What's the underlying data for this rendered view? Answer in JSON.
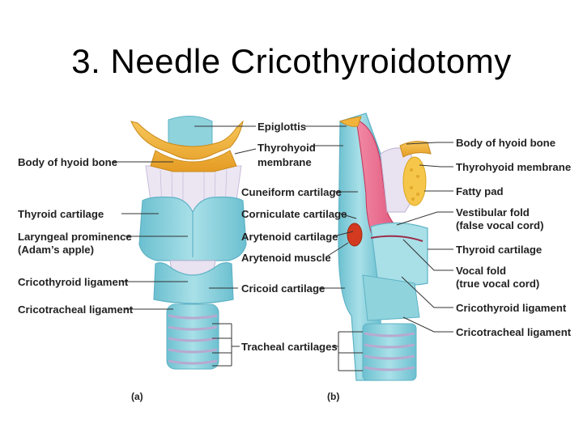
{
  "title": "3. Needle Cricothyroidotomy",
  "colors": {
    "cartilage": "#8fd3dd",
    "cartilage_dark": "#5fb3c6",
    "hyoid": "#f2b33d",
    "membrane": "#e9e2f1",
    "mucosa": "#e8547a",
    "muscle": "#d33a1f",
    "fat": "#f5c64a"
  },
  "panel_a": {
    "tag": "(a)",
    "labels": {
      "body_of_hyoid": "Body of hyoid bone",
      "thyroid_cartilage": "Thyroid cartilage",
      "laryngeal_prominence": "Laryngeal prominence",
      "adams_apple": "(Adam’s apple)",
      "cricothyroid_ligament": "Cricothyroid ligament",
      "cricotracheal_ligament": "Cricotracheal ligament"
    }
  },
  "center_labels": {
    "epiglottis": "Epiglottis",
    "thyrohyoid_1": "Thyrohyoid",
    "thyrohyoid_2": "membrane",
    "cuneiform": "Cuneiform cartilage",
    "corniculate": "Corniculate cartilage",
    "arytenoid_cartilage": "Arytenoid cartilage",
    "arytenoid_muscle": "Arytenoid muscle",
    "cricoid": "Cricoid cartilage",
    "tracheal": "Tracheal cartilages"
  },
  "panel_b": {
    "tag": "(b)",
    "labels": {
      "body_of_hyoid": "Body of hyoid bone",
      "thyrohyoid_membrane": "Thyrohyoid membrane",
      "fatty_pad": "Fatty pad",
      "vestibular_fold": "Vestibular fold",
      "false_vocal_cord": "(false vocal cord)",
      "thyroid_cartilage": "Thyroid cartilage",
      "vocal_fold": "Vocal fold",
      "true_vocal_cord": "(true vocal cord)",
      "cricothyroid_ligament": "Cricothyroid ligament",
      "cricotracheal_ligament": "Cricotracheal ligament"
    }
  }
}
